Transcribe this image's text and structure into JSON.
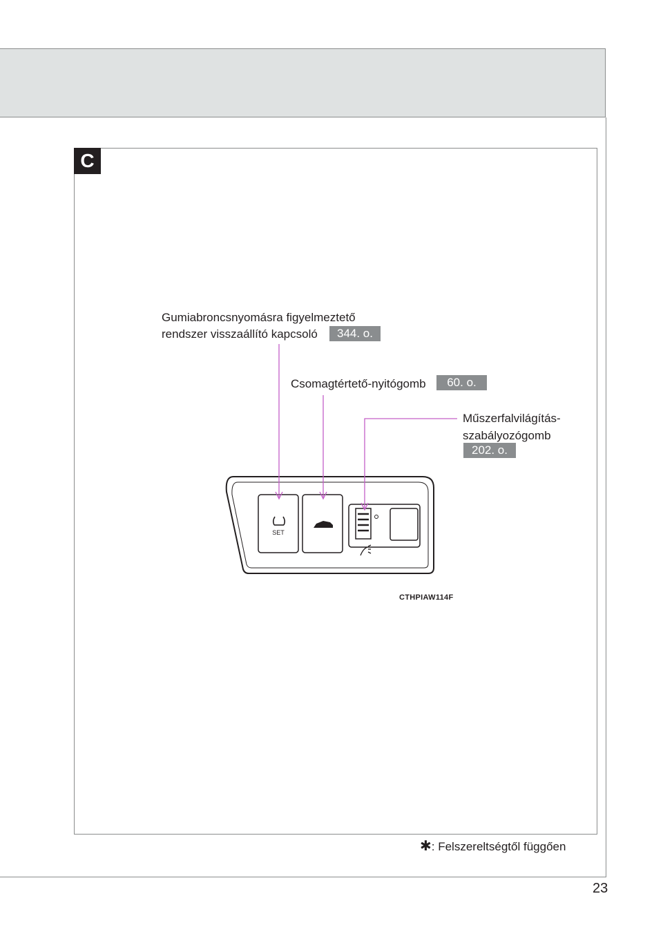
{
  "section": {
    "letter": "C"
  },
  "labels": {
    "tpms": {
      "line1": "Gumiabroncsnyomásra figyelmeztető",
      "line2": "rendszer visszaállító kapcsoló",
      "ref": "344. o."
    },
    "trunk": {
      "text": "Csomagtértető-nyitógomb",
      "ref": "60. o."
    },
    "dimmer": {
      "line1": "Műszerfalvilágítás-",
      "line2": "szabályozógomb",
      "ref": "202. o."
    }
  },
  "panel": {
    "set_text": "SET"
  },
  "figure_code": "CTHPIAW114F",
  "footnote": {
    "star": "✱",
    "text": ": Felszereltségtől függően"
  },
  "page_number": "23",
  "colors": {
    "header_band": "#dfe2e2",
    "ref_badge": "#8a8d8f",
    "leader_line": "#c45fc8",
    "ink": "#231f20"
  }
}
